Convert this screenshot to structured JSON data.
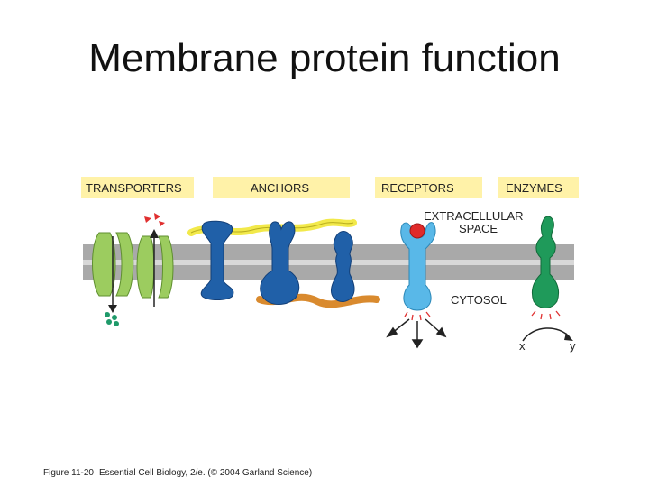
{
  "title": "Membrane protein function",
  "categories": {
    "transporters": "TRANSPORTERS",
    "anchors": "ANCHORS",
    "receptors": "RECEPTORS",
    "enzymes": "ENZYMES"
  },
  "spaces": {
    "extracellular_line1": "EXTRACELLULAR",
    "extracellular_line2": "SPACE",
    "cytosol": "CYTOSOL"
  },
  "enzyme_reaction": {
    "substrate": "x",
    "product": "y"
  },
  "caption": {
    "figure_number": "Figure 11-20",
    "text": "Essential Cell Biology, 2/e. (© 2004 Garland Science)"
  },
  "colors": {
    "label_box": "#fff2a8",
    "membrane": "#a9a9a9",
    "membrane_core": "#d8d8d8",
    "transporter": "#9ccc5f",
    "anchor": "#2060a8",
    "anchor_fiber_top": "#f2e94a",
    "anchor_fiber_bottom": "#d98a2e",
    "receptor": "#59b8e8",
    "receptor_ligand": "#e02a2a",
    "enzyme": "#1f9a5a",
    "small_molecule_red": "#e03030",
    "small_molecule_green": "#1f9a6a"
  }
}
